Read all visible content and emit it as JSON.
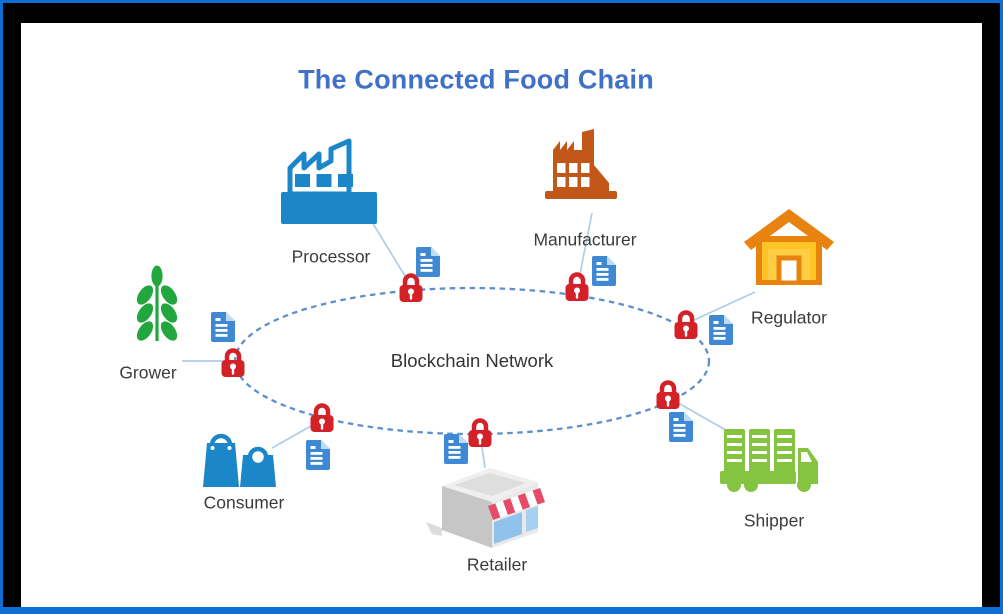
{
  "title": "The Connected Food Chain",
  "network": {
    "label": "Blockchain Network"
  },
  "actors": [
    {
      "id": "grower",
      "label": "Grower",
      "icon": "wheat-icon"
    },
    {
      "id": "processor",
      "label": "Processor",
      "icon": "factory-blue-icon"
    },
    {
      "id": "manufacturer",
      "label": "Manufacturer",
      "icon": "factory-orange-icon"
    },
    {
      "id": "regulator",
      "label": "Regulator",
      "icon": "house-icon"
    },
    {
      "id": "consumer",
      "label": "Consumer",
      "icon": "shopping-bags-icon"
    },
    {
      "id": "retailer",
      "label": "Retailer",
      "icon": "storefront-icon"
    },
    {
      "id": "shipper",
      "label": "Shipper",
      "icon": "truck-icon"
    }
  ],
  "connection_icons": {
    "lock": "lock-icon",
    "document": "document-icon"
  },
  "colors": {
    "frame_blue": "#0d6fd6",
    "title_blue": "#4170C8",
    "label_gray": "#3B3B3B",
    "lock_red": "#D42127",
    "doc_blue": "#3F89D4",
    "doc_fold_blue": "#BFDCF5",
    "ellipse_blue": "#5E8FCB",
    "connector_blue": "#AECDE8",
    "grower_green": "#22A63E",
    "processor_blue": "#1B87C9",
    "manufacturer_orange": "#C2571A",
    "regulator_orange": "#E8830F",
    "regulator_gold": "#FFC425",
    "consumer_blue": "#1B87C9",
    "awning_red": "#E64C68",
    "retailer_window_blue": "#8FC3EC",
    "shipper_green": "#85C440"
  }
}
